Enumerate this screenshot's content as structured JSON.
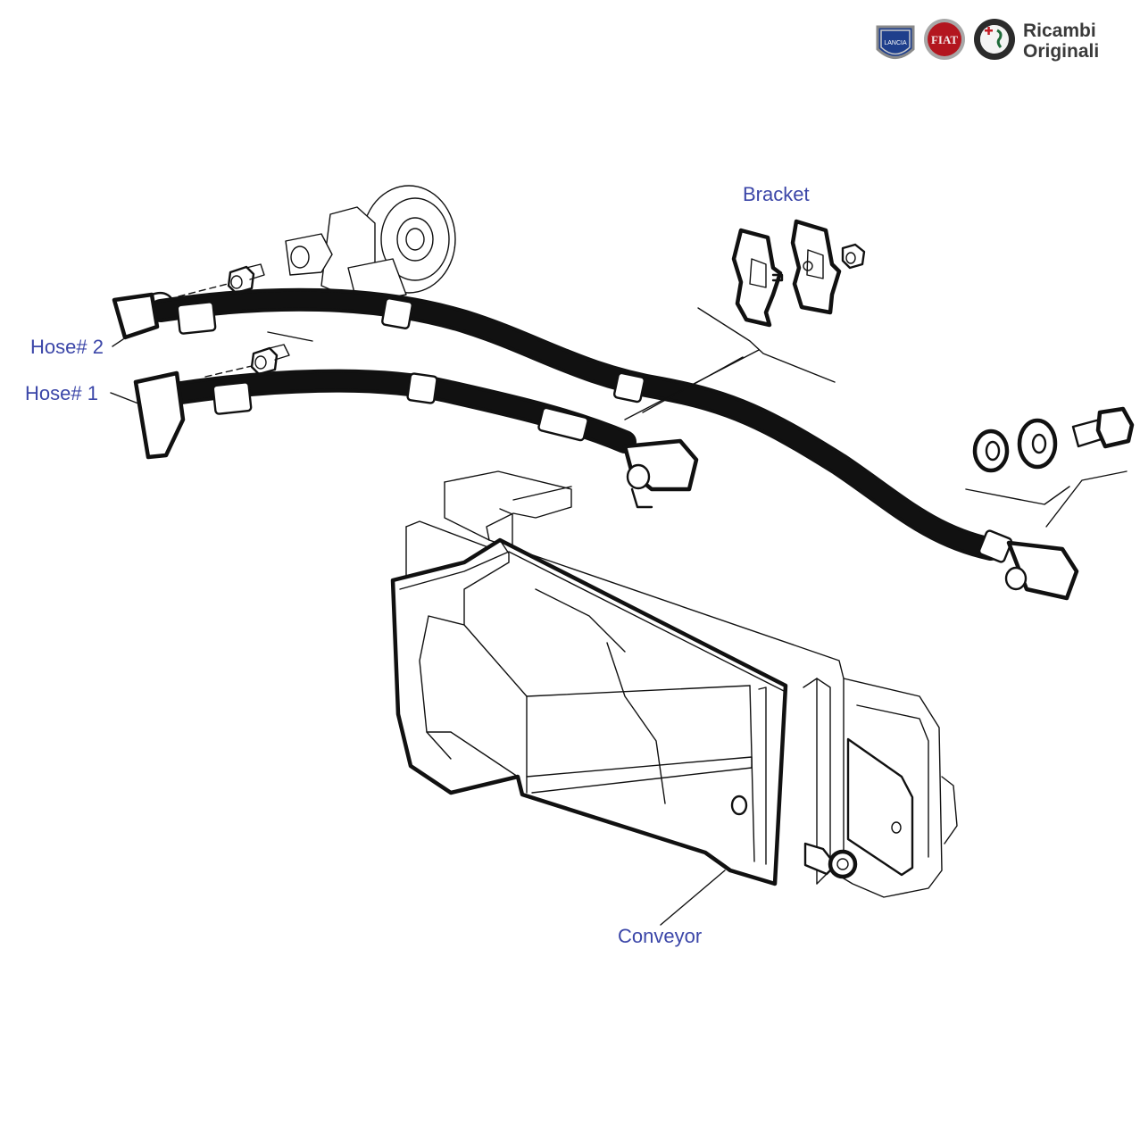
{
  "brand": {
    "line1": "Ricambi",
    "line2": "Originali",
    "logos": [
      "lancia-badge",
      "fiat-badge",
      "alfa-romeo-badge"
    ],
    "colors": {
      "lancia": "#1f3f8c",
      "fiat": "#b3161f",
      "alfa_green": "#1f6b3a",
      "alfa_red": "#c21b24"
    }
  },
  "callouts": {
    "bracket": "Bracket",
    "hose2": "Hose# 2",
    "hose1": "Hose# 1",
    "conveyor": "Conveyor"
  },
  "colors": {
    "callout_text": "#3b46a8",
    "line_art": "#111111"
  }
}
